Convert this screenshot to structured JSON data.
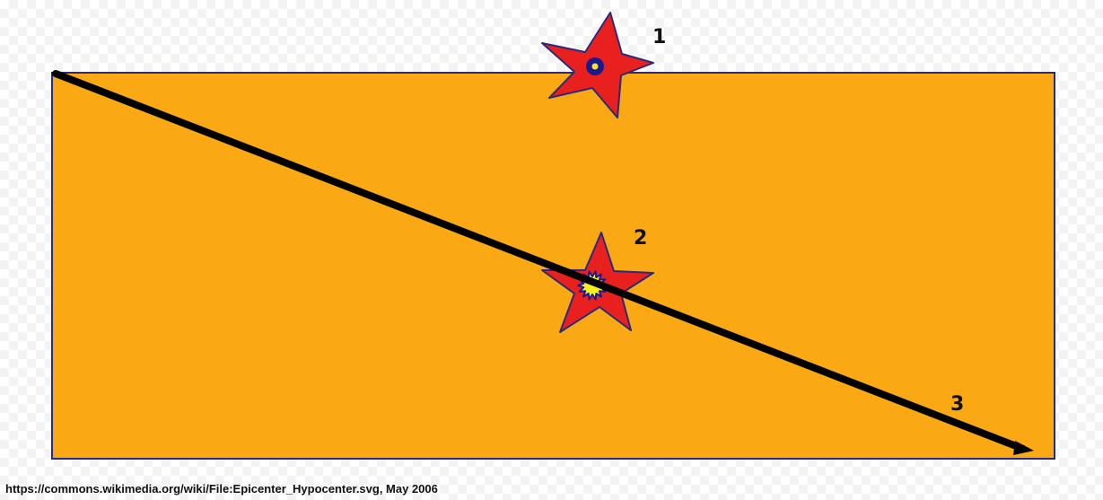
{
  "diagram": {
    "labels": {
      "epicenter": "1",
      "hypocenter": "2",
      "fault": "3"
    },
    "colors": {
      "ground": "#FAA914",
      "ground_border": "#2A2A7A",
      "star_fill": "#E8201E",
      "star_stroke": "#2A2A7A",
      "epicenter_dot_outer": "#1A1A8C",
      "epicenter_dot_inner": "#F2E43A",
      "hypocenter_burst": "#F5F020",
      "fault_line": "#000000"
    },
    "icons": {
      "epicenter": "star-with-dot-icon",
      "hypocenter": "star-with-burst-icon"
    }
  },
  "caption": "https://commons.wikimedia.org/wiki/File:Epicenter_Hypocenter.svg, May 2006"
}
